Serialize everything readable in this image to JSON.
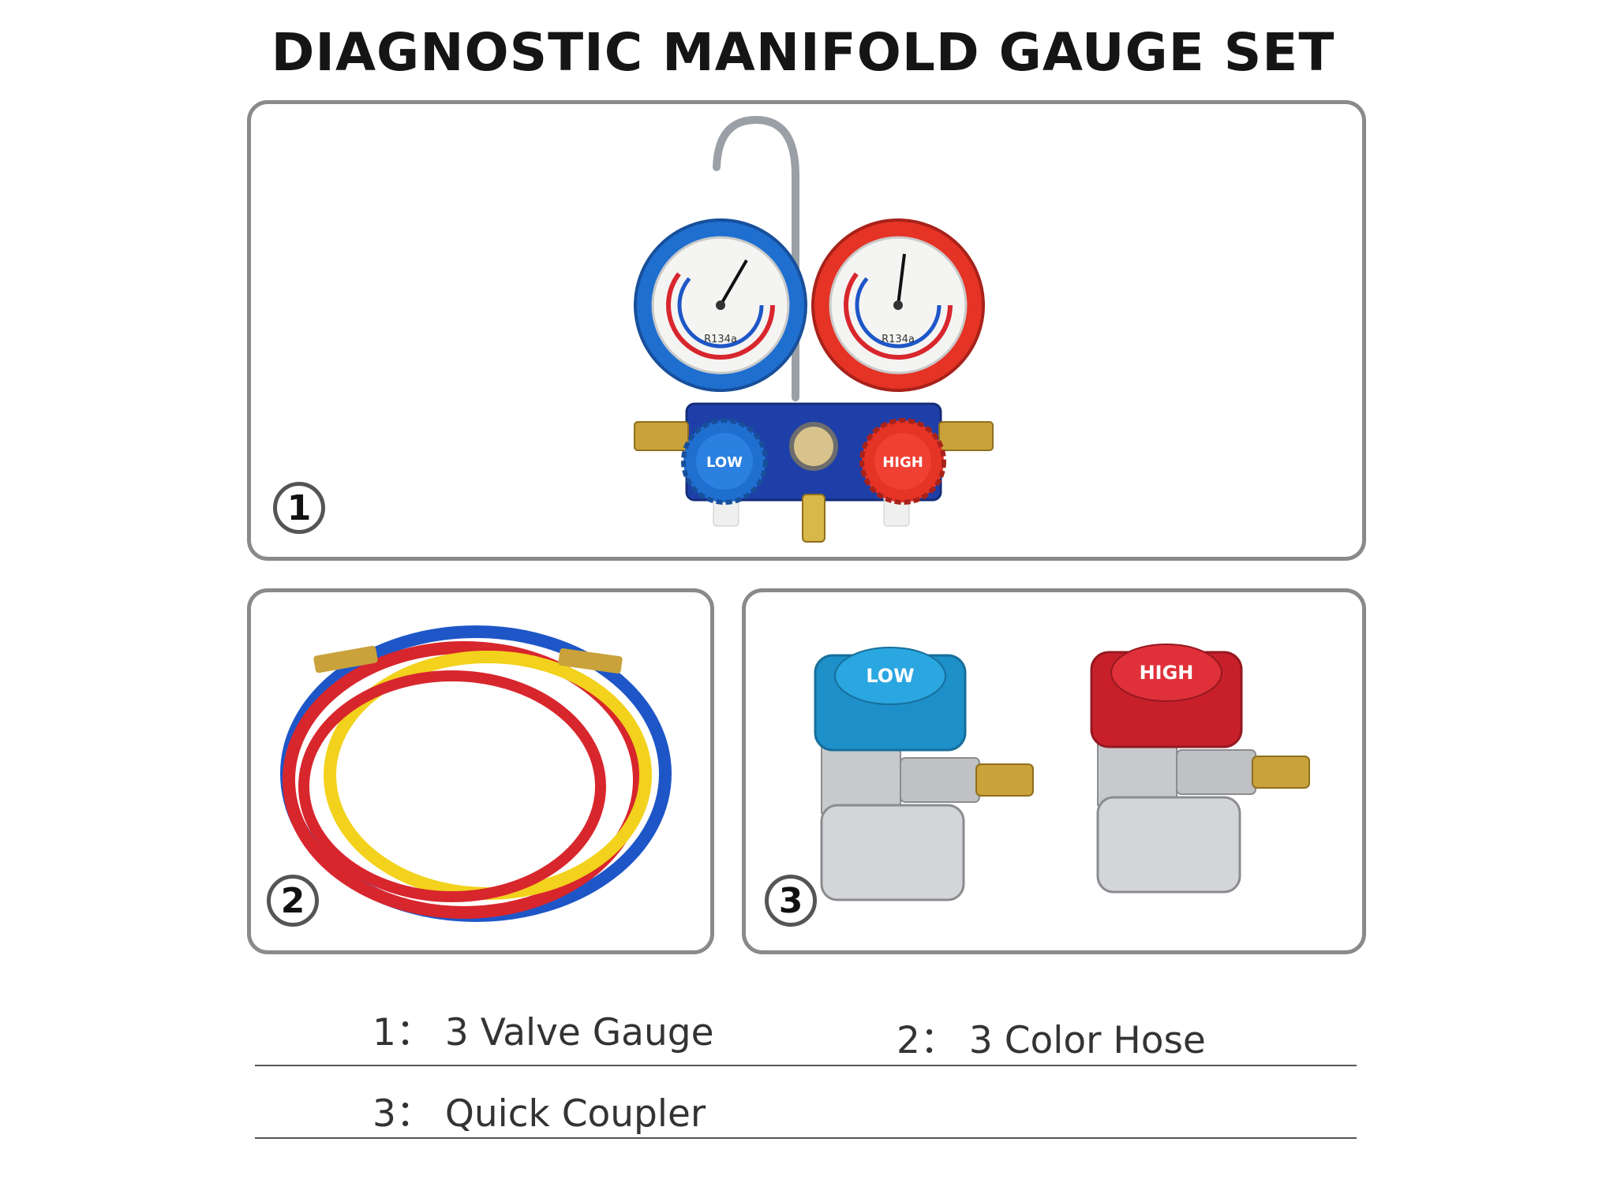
{
  "title": "DIAGNOSTIC MANIFOLD GAUGE SET",
  "panels": [
    {
      "number": "1"
    },
    {
      "number": "2"
    },
    {
      "number": "3"
    }
  ],
  "product": {
    "gauges": {
      "low": {
        "color": "#1f6fd0",
        "label": "R134a"
      },
      "high": {
        "color": "#e53326",
        "label": "R134a"
      }
    },
    "valves": {
      "low": "LOW",
      "high": "HIGH"
    },
    "hose_colors": [
      "#d8262d",
      "#f2d21c",
      "#1e56c8"
    ],
    "couplers": {
      "low": "LOW",
      "high": "HIGH",
      "low_color": "#1d8fc9",
      "high_color": "#c8202b"
    }
  },
  "captions": [
    {
      "number": "1",
      "sep": "：",
      "text": "3 Valve Gauge"
    },
    {
      "number": "2",
      "sep": "：",
      "text": "3 Color Hose"
    },
    {
      "number": "3",
      "sep": "：",
      "text": "Quick Coupler"
    }
  ]
}
